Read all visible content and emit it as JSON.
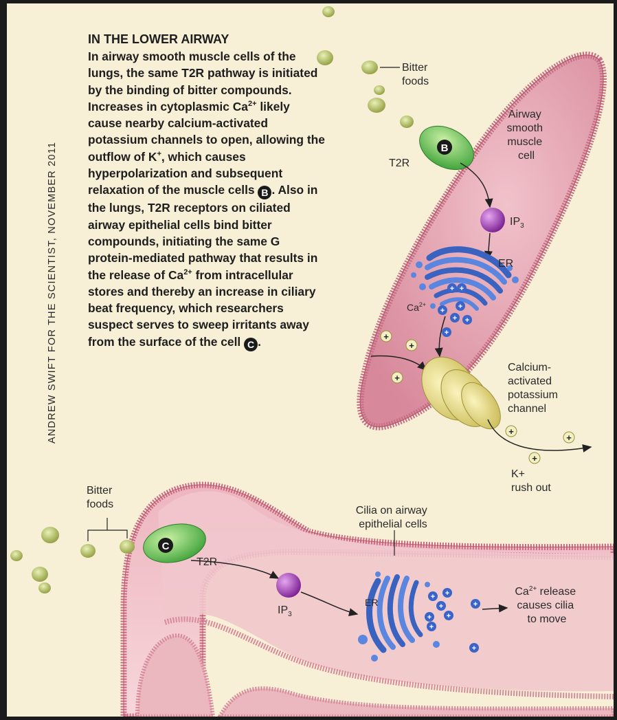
{
  "credit": "ANDREW SWIFT FOR THE SCIENTIST, NOVEMBER 2011",
  "heading": "IN THE LOWER AIRWAY",
  "paragraph": {
    "p1": "In airway smooth muscle cells of the lungs, the same T2R pathway is initiated by the binding of bitter compounds. Increases in cytoplasmic Ca",
    "sup1": "2+",
    "p2": " likely cause nearby calcium-activated potassium channels to open, allowing the outflow of K",
    "sup2": "+",
    "p3": ", which causes hyperpolarization and subsequent relaxation of the muscle cells ",
    "marker_b": "B",
    "p4": ". Also in the lungs, T2R receptors on ciliated airway epithelial cells bind bitter compounds, initiating the same G protein-mediated pathway that results in the release of Ca",
    "sup3": "2+",
    "p5": " from intracellular stores and thereby an increase in ciliary beat frequency, which researchers suspect serves to sweep irritants away from the surface of the cell ",
    "marker_c": "C",
    "p6": "."
  },
  "upper": {
    "bitter_foods": [
      "Bitter",
      "foods"
    ],
    "cell_label": [
      "Airway",
      "smooth",
      "muscle",
      "cell"
    ],
    "receptor": "T2R",
    "marker": "B",
    "ip3": "IP",
    "ip3_sub": "3",
    "er": "ER",
    "ca": "Ca",
    "ca_sup": "2+",
    "channel_label": [
      "Calcium-",
      "activated",
      "potassium",
      "channel"
    ],
    "k_label": [
      "K+",
      "rush out"
    ],
    "plus": "+"
  },
  "lower": {
    "bitter_foods": [
      "Bitter",
      "foods"
    ],
    "receptor": "T2R",
    "marker": "C",
    "ip3": "IP",
    "ip3_sub": "3",
    "er": "ER",
    "cilia_label": [
      "Cilia on airway",
      "epithelial cells"
    ],
    "release_ca": "Ca",
    "release_sup": "2+",
    "release_label": [
      " release",
      "causes cilia",
      "to move"
    ],
    "plus": "+"
  },
  "colors": {
    "background": "#f7efd6",
    "cell_fill": "#d98a9a",
    "cell_membrane": "#c86a82",
    "receptor": "#7dcf6a",
    "ip3": "#9b3db0",
    "er": "#4a78d0",
    "channel": "#e0d47a",
    "ion": "#3a64c8"
  }
}
